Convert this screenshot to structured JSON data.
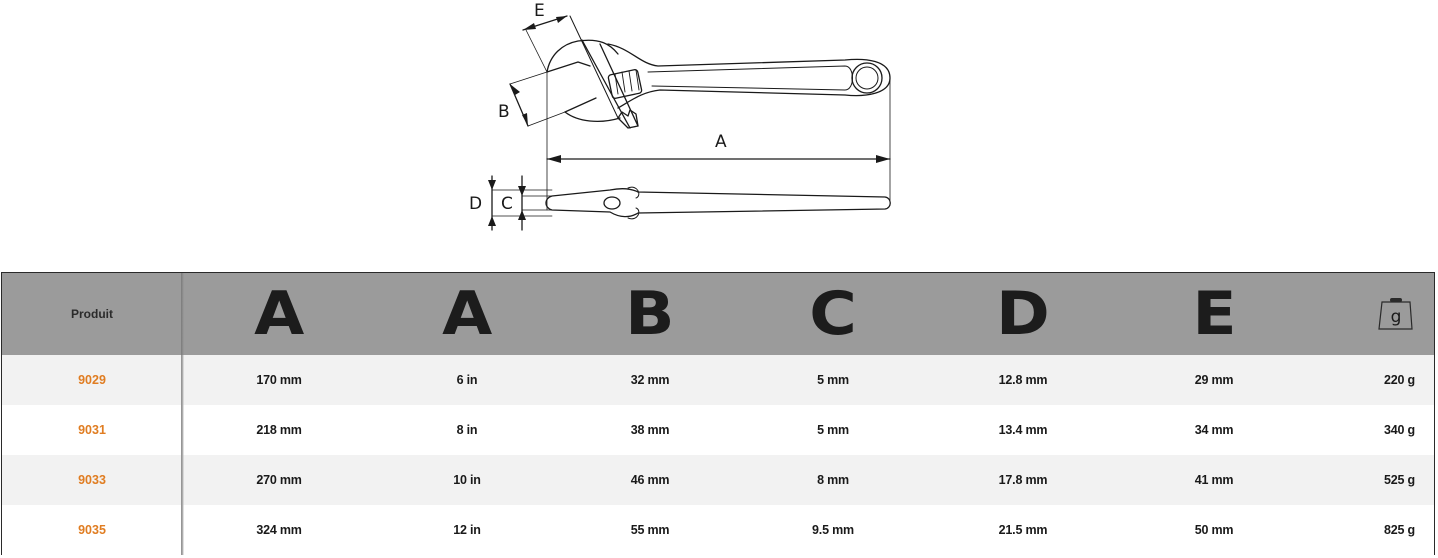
{
  "diagram": {
    "labels": {
      "A": "A",
      "B": "B",
      "C": "C",
      "D": "D",
      "E": "E"
    },
    "subject": "adjustable-wrench"
  },
  "table": {
    "headers": {
      "product": "Produit",
      "col1": "A",
      "col2": "A",
      "col3": "B",
      "col4": "C",
      "col5": "D",
      "col6": "E",
      "col7_icon": "weight-icon",
      "col7_icon_text": "g"
    },
    "rows": [
      {
        "product": "9029",
        "a_mm": "170 mm",
        "a_in": "6 in",
        "b": "32 mm",
        "c": "5 mm",
        "d": "12.8 mm",
        "e": "29 mm",
        "weight": "220 g"
      },
      {
        "product": "9031",
        "a_mm": "218 mm",
        "a_in": "8 in",
        "b": "38 mm",
        "c": "5 mm",
        "d": "13.4 mm",
        "e": "34 mm",
        "weight": "340 g"
      },
      {
        "product": "9033",
        "a_mm": "270 mm",
        "a_in": "10 in",
        "b": "46 mm",
        "c": "8 mm",
        "d": "17.8 mm",
        "e": "41 mm",
        "weight": "525 g"
      },
      {
        "product": "9035",
        "a_mm": "324 mm",
        "a_in": "12 in",
        "b": "55 mm",
        "c": "9.5 mm",
        "d": "21.5 mm",
        "e": "50 mm",
        "weight": "825 g"
      }
    ]
  },
  "colors": {
    "header_bg": "#9b9b9b",
    "row_shade": "#f2f2f2",
    "row_plain": "#ffffff",
    "product_code": "#e07d22",
    "text": "#1a1a1a"
  }
}
